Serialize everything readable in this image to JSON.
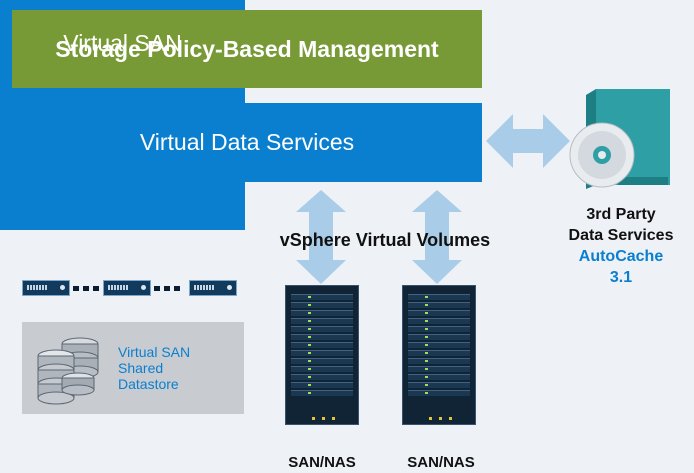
{
  "spbm": {
    "label": "Storage Policy-Based Management"
  },
  "vds": {
    "label": "Virtual Data Services"
  },
  "vsan": {
    "title": "Virtual SAN",
    "datastore_line1": "Virtual SAN",
    "datastore_line2": "Shared",
    "datastore_line3": "Datastore"
  },
  "vvol": {
    "label": "vSphere Virtual Volumes"
  },
  "san_nas": {
    "left": "SAN/NAS",
    "right": "SAN/NAS"
  },
  "third_party": {
    "line1": "3rd Party",
    "line2": "Data Services",
    "line3": "AutoCache",
    "line4": "3.1"
  },
  "colors": {
    "green": "#789a36",
    "blue": "#0a7fcf",
    "arrow": "#a9cde9",
    "box_teal": "#2e9fa5"
  }
}
